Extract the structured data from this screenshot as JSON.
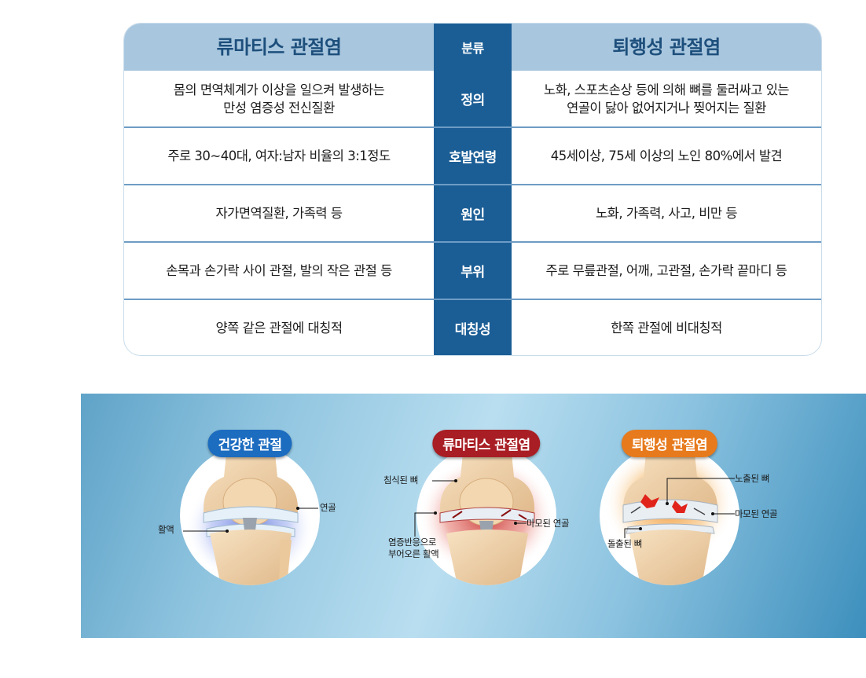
{
  "table": {
    "header": {
      "left": "류마티스 관절염",
      "middle": "분류",
      "right": "퇴행성 관절염"
    },
    "rows": [
      {
        "category": "정의",
        "left": [
          "몸의 면역체계가 이상을 일으켜 발생하는",
          "만성 염증성 전신질환"
        ],
        "right": [
          "노화, 스포츠손상 등에 의해 뼈를 둘러싸고 있는",
          "연골이 닳아 없어지거나 찢어지는 질환"
        ]
      },
      {
        "category": "호발연령",
        "left": [
          "주로 30~40대, 여자:남자 비율의 3:1정도"
        ],
        "right": [
          "45세이상, 75세 이상의 노인 80%에서 발견"
        ]
      },
      {
        "category": "원인",
        "left": [
          "자가면역질환, 가족력 등"
        ],
        "right": [
          "노화, 가족력, 사고, 비만 등"
        ]
      },
      {
        "category": "부위",
        "left": [
          "손목과 손가락 사이 관절, 발의 작은 관절 등"
        ],
        "right": [
          "주로 무릎관절, 어깨, 고관절, 손가락 끝마디 등"
        ]
      },
      {
        "category": "대칭성",
        "left": [
          "양쪽 같은 관절에 대칭적"
        ],
        "right": [
          "한쪽 관절에 비대칭적"
        ]
      }
    ]
  },
  "illustrations": {
    "healthy": {
      "title": "건강한 관절",
      "labels": {
        "cartilage": "연골",
        "synovial": "활액"
      }
    },
    "rheumatoid": {
      "title": "류마티스 관절염",
      "labels": {
        "eroded_bone": "침식된 뼈",
        "worn_cartilage": "마모된 연골",
        "swollen_line1": "염증반응으로",
        "swollen_line2": "부어오른 활액"
      }
    },
    "degenerative": {
      "title": "퇴행성 관절염",
      "labels": {
        "exposed_bone": "노출된 뼈",
        "worn_cartilage": "마모된 연골",
        "protruding_bone": "돌출된 뼈"
      }
    }
  },
  "colors": {
    "header_bg": "#a8c6de",
    "category_bg": "#1b5e96",
    "healthy_pill": "#1c6cc0",
    "rheumatoid_pill": "#a81e24",
    "degenerative_pill": "#e77a1c"
  }
}
